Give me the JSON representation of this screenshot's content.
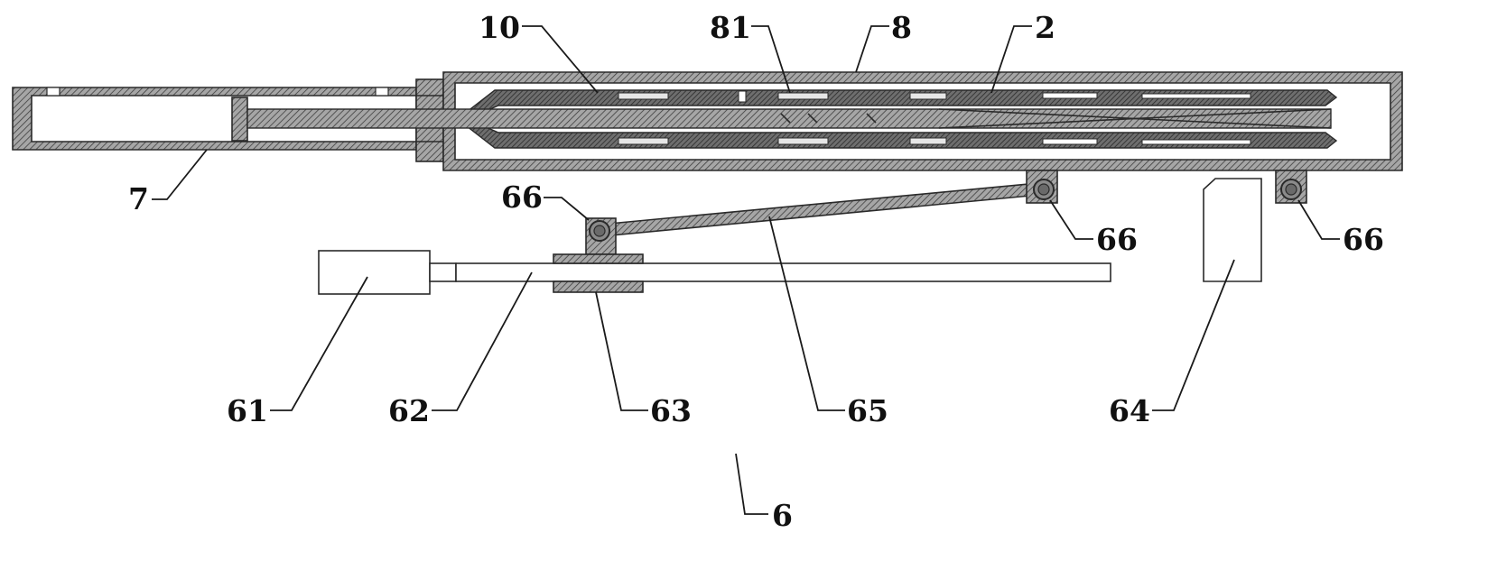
{
  "figure": {
    "labels": {
      "l10": "10",
      "l81": "81",
      "l8": "8",
      "l2": "2",
      "l7": "7",
      "l66a": "66",
      "l66b": "66",
      "l66c": "66",
      "l61": "61",
      "l62": "62",
      "l63": "63",
      "l65": "65",
      "l64": "64",
      "l6": "6"
    },
    "colors": {
      "hatch_fill": "#9a9a9a",
      "hatch_line": "#3a3a3a",
      "outline": "#2a2a2a",
      "text": "#111111"
    }
  }
}
